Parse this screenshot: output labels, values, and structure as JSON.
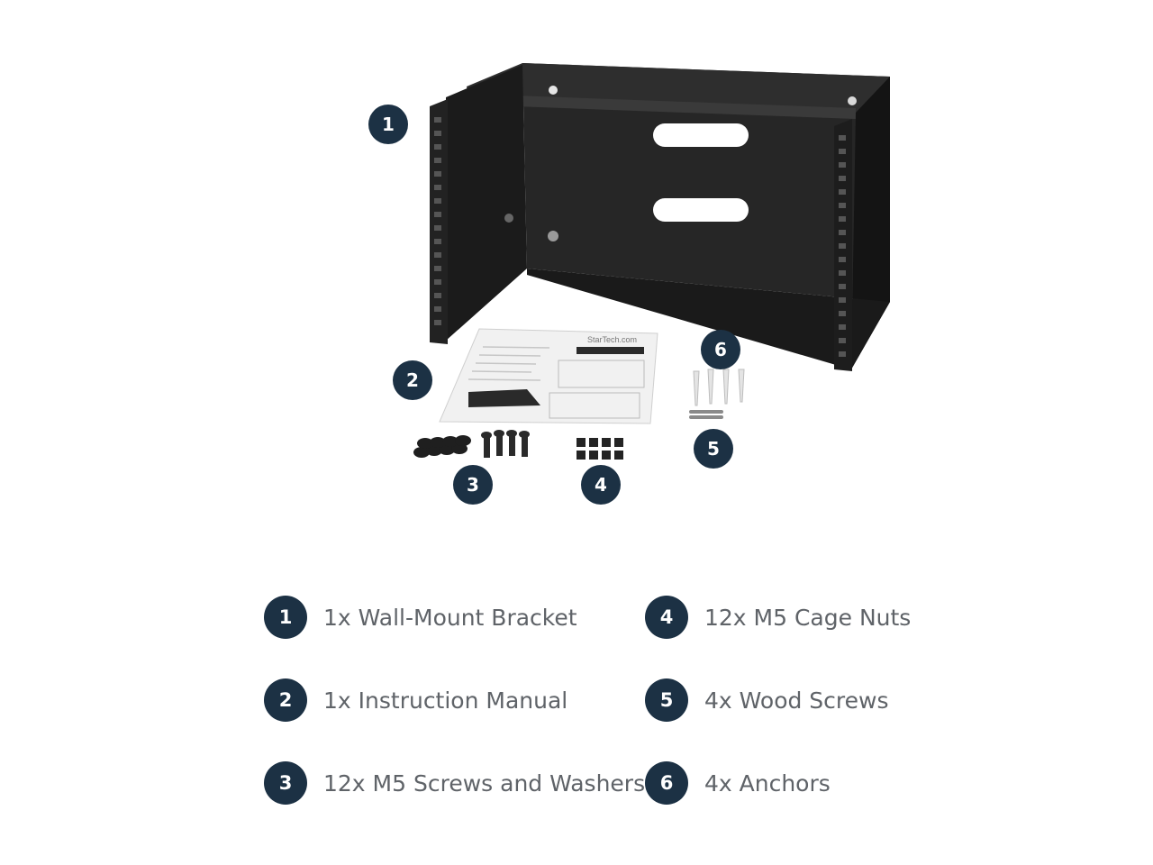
{
  "callouts": [
    {
      "number": "1"
    },
    {
      "number": "2"
    },
    {
      "number": "3"
    },
    {
      "number": "4"
    },
    {
      "number": "5"
    },
    {
      "number": "6"
    }
  ],
  "legend": [
    {
      "number": "1",
      "label": "1x Wall-Mount Bracket"
    },
    {
      "number": "2",
      "label": "1x Instruction Manual"
    },
    {
      "number": "3",
      "label": "12x M5 Screws and Washers"
    },
    {
      "number": "4",
      "label": "12x M5 Cage Nuts"
    },
    {
      "number": "5",
      "label": "4x Wood Screws"
    },
    {
      "number": "6",
      "label": "4x Anchors"
    }
  ],
  "manual": {
    "brand": "StarTech.com"
  },
  "colors": {
    "badge": "#1c3144",
    "bracket": "#1e1e1e",
    "text": "#5f6368"
  }
}
